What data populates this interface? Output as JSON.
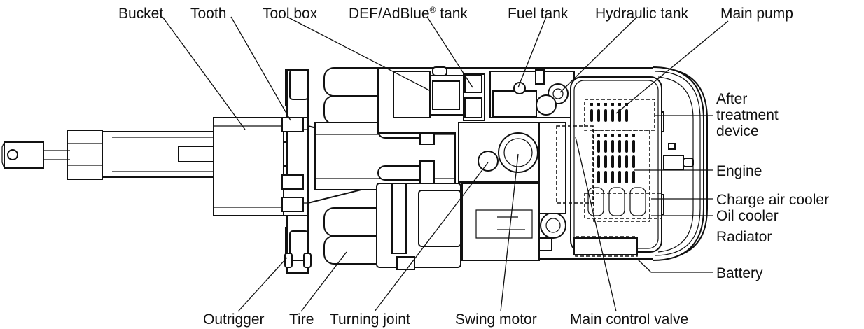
{
  "labels": {
    "bucket": "Bucket",
    "tooth": "Tooth",
    "tool_box": "Tool box",
    "def_tank": "DEF/AdBlue",
    "def_tank_mark": "®",
    "def_tank_suffix": " tank",
    "fuel_tank": "Fuel tank",
    "hydraulic_tank": "Hydraulic tank",
    "main_pump": "Main pump",
    "after_treatment_line1": "After",
    "after_treatment_line2": "treatment",
    "after_treatment_line3": "device",
    "engine": "Engine",
    "charge_air_cooler": "Charge air cooler",
    "oil_cooler": "Oil cooler",
    "radiator": "Radiator",
    "battery": "Battery",
    "outrigger": "Outrigger",
    "tire": "Tire",
    "turning_joint": "Turning joint",
    "swing_motor": "Swing motor",
    "main_control_valve": "Main control valve"
  }
}
